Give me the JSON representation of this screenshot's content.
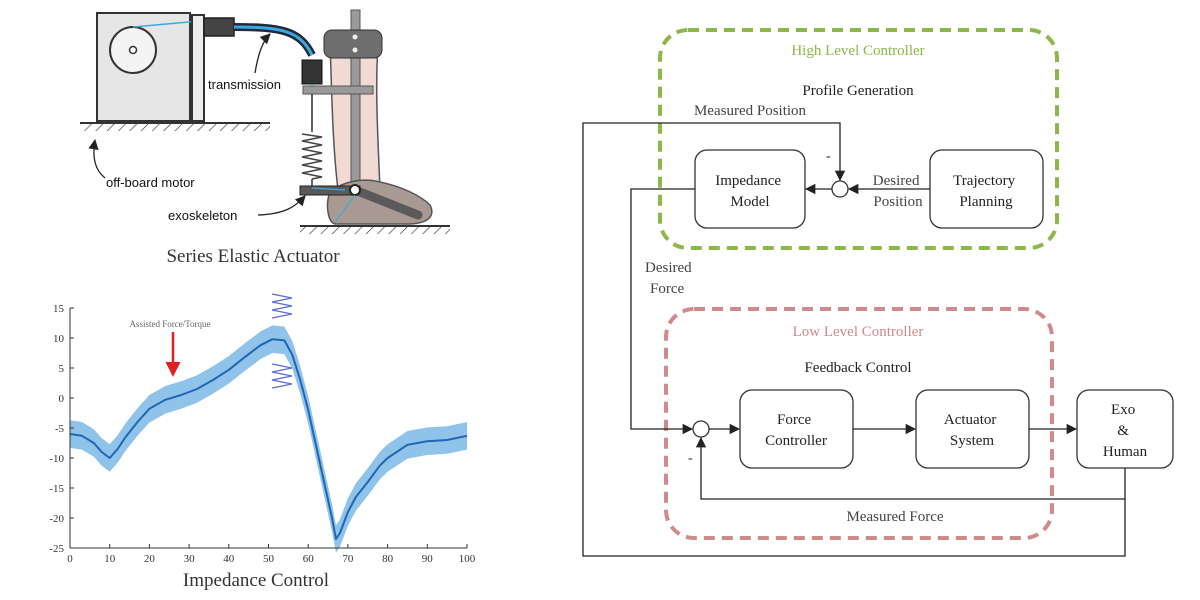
{
  "sea": {
    "labels": {
      "transmission": "transmission",
      "off_board_motor": "off-board motor",
      "exoskeleton": "exoskeleton"
    },
    "caption": "Series Elastic Actuator"
  },
  "impedance_plot": {
    "caption": "Impedance Control",
    "annotation": "Assisted Force/Torque",
    "colors": {
      "line": "#1f66b3",
      "band": "#8fc3ea",
      "arrow": "#e02020",
      "spring": "#5a6fd6"
    }
  },
  "chart_data": {
    "type": "line",
    "title": "",
    "xlabel": "",
    "ylabel": "",
    "xlim": [
      0,
      100
    ],
    "ylim": [
      -25,
      15
    ],
    "xticks": [
      "0",
      "10",
      "20",
      "30",
      "40",
      "50",
      "60",
      "70",
      "80",
      "90",
      "100"
    ],
    "yticks": [
      "15",
      "10",
      "5",
      "0",
      "-5",
      "-10",
      "-15",
      "-20",
      "-25"
    ],
    "x": [
      0,
      3,
      6,
      8,
      10,
      12,
      14,
      17,
      20,
      24,
      28,
      32,
      36,
      40,
      44,
      48,
      51,
      54,
      56,
      58,
      60,
      62,
      64,
      66,
      67,
      68,
      70,
      72,
      75,
      78,
      80,
      85,
      90,
      95,
      100
    ],
    "series": [
      {
        "values": [
          -6,
          -6.3,
          -7.5,
          -9,
          -10,
          -8.5,
          -6.5,
          -4,
          -1.8,
          -0.3,
          0.5,
          1.5,
          3,
          4.7,
          6.8,
          8.8,
          9.8,
          9.6,
          7.2,
          3,
          -2,
          -8,
          -14,
          -20,
          -23.5,
          -22.5,
          -19,
          -16.5,
          -14,
          -11.3,
          -10,
          -7.8,
          -7.2,
          -7,
          -6.3
        ]
      }
    ],
    "band_halfwidth": 2.3,
    "grid": false
  },
  "controller": {
    "high_level": {
      "title": "High Level Controller",
      "subtitle": "Profile Generation",
      "color": "#8cb84a"
    },
    "low_level": {
      "title": "Low Level Controller",
      "subtitle": "Feedback Control",
      "color": "#d08a8a"
    },
    "blocks": {
      "impedance_model": [
        "Impedance",
        "Model"
      ],
      "trajectory_planning": [
        "Trajectory",
        "Planning"
      ],
      "force_controller": [
        "Force",
        "Controller"
      ],
      "actuator_system": [
        "Actuator",
        "System"
      ],
      "exo_human": [
        "Exo",
        "&",
        "Human"
      ]
    },
    "signals": {
      "measured_position": "Measured Position",
      "desired_position": [
        "Desired",
        "Position"
      ],
      "desired_force": [
        "Desired",
        "Force"
      ],
      "measured_force": "Measured Force",
      "minus": "-"
    }
  }
}
